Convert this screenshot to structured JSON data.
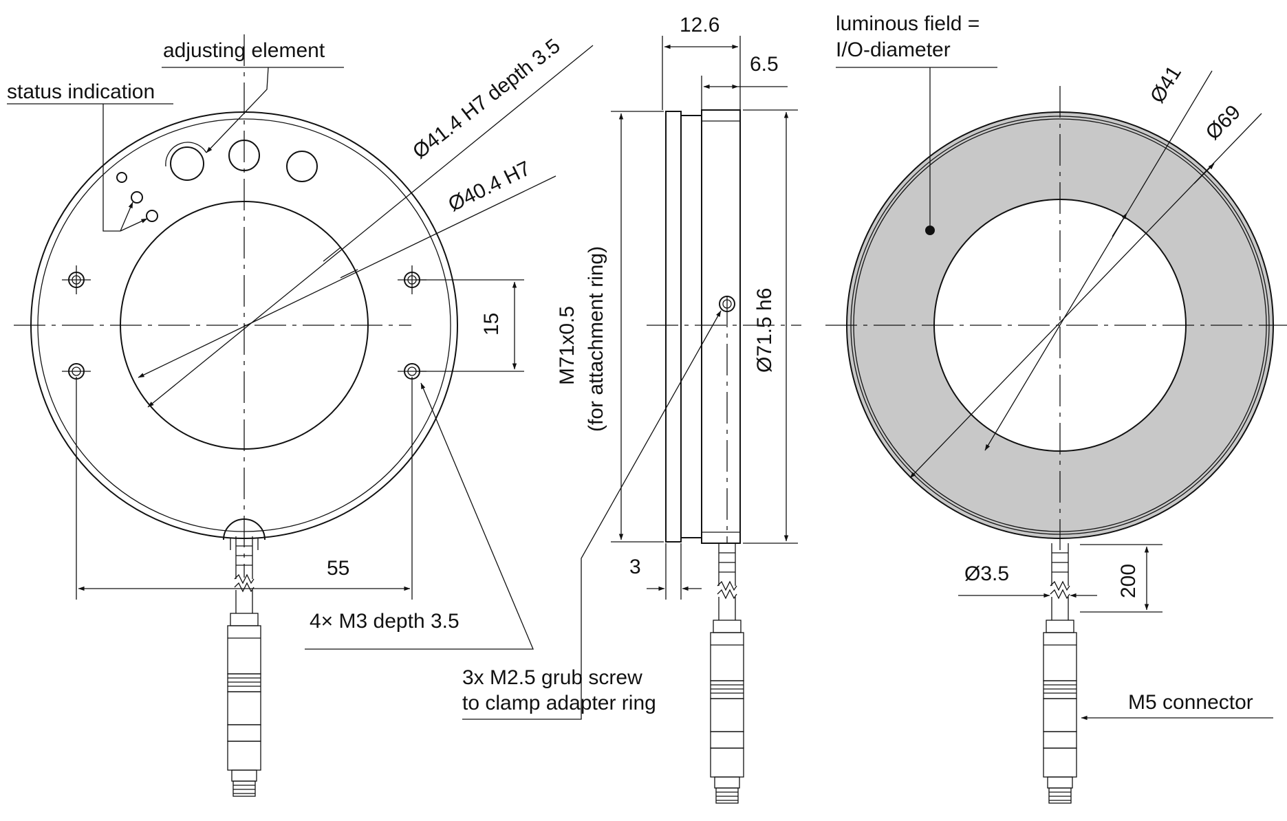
{
  "views": {
    "front": {
      "labels": {
        "adjusting_element": "adjusting element",
        "status_indication": "status indication",
        "dia_bore": "Ø41.4 H7 depth 3.5",
        "dia_inner": "Ø40.4 H7",
        "hole_spacing_v": "15",
        "hole_spacing_h": "55",
        "mount_holes": "4× M3 depth 3.5"
      }
    },
    "side": {
      "labels": {
        "total_width": "12.6",
        "front_width": "6.5",
        "thread_line1": "M71x0.5",
        "thread_line2": "(for attachment ring)",
        "outer_dia": "Ø71.5 h6",
        "ring_width": "3",
        "grub_line1": "3x M2.5 grub screw",
        "grub_line2": "to clamp adapter ring"
      }
    },
    "emitting": {
      "labels": {
        "field_line1": "luminous field =",
        "field_line2": "I/O-diameter",
        "dia_in": "Ø41",
        "dia_out": "Ø69",
        "cable_dia": "Ø3.5",
        "cable_length": "200",
        "connector": "M5 connector"
      }
    }
  },
  "colors": {
    "line": "#111111",
    "luminous_field": "#c8c8c8",
    "background": "#ffffff"
  }
}
